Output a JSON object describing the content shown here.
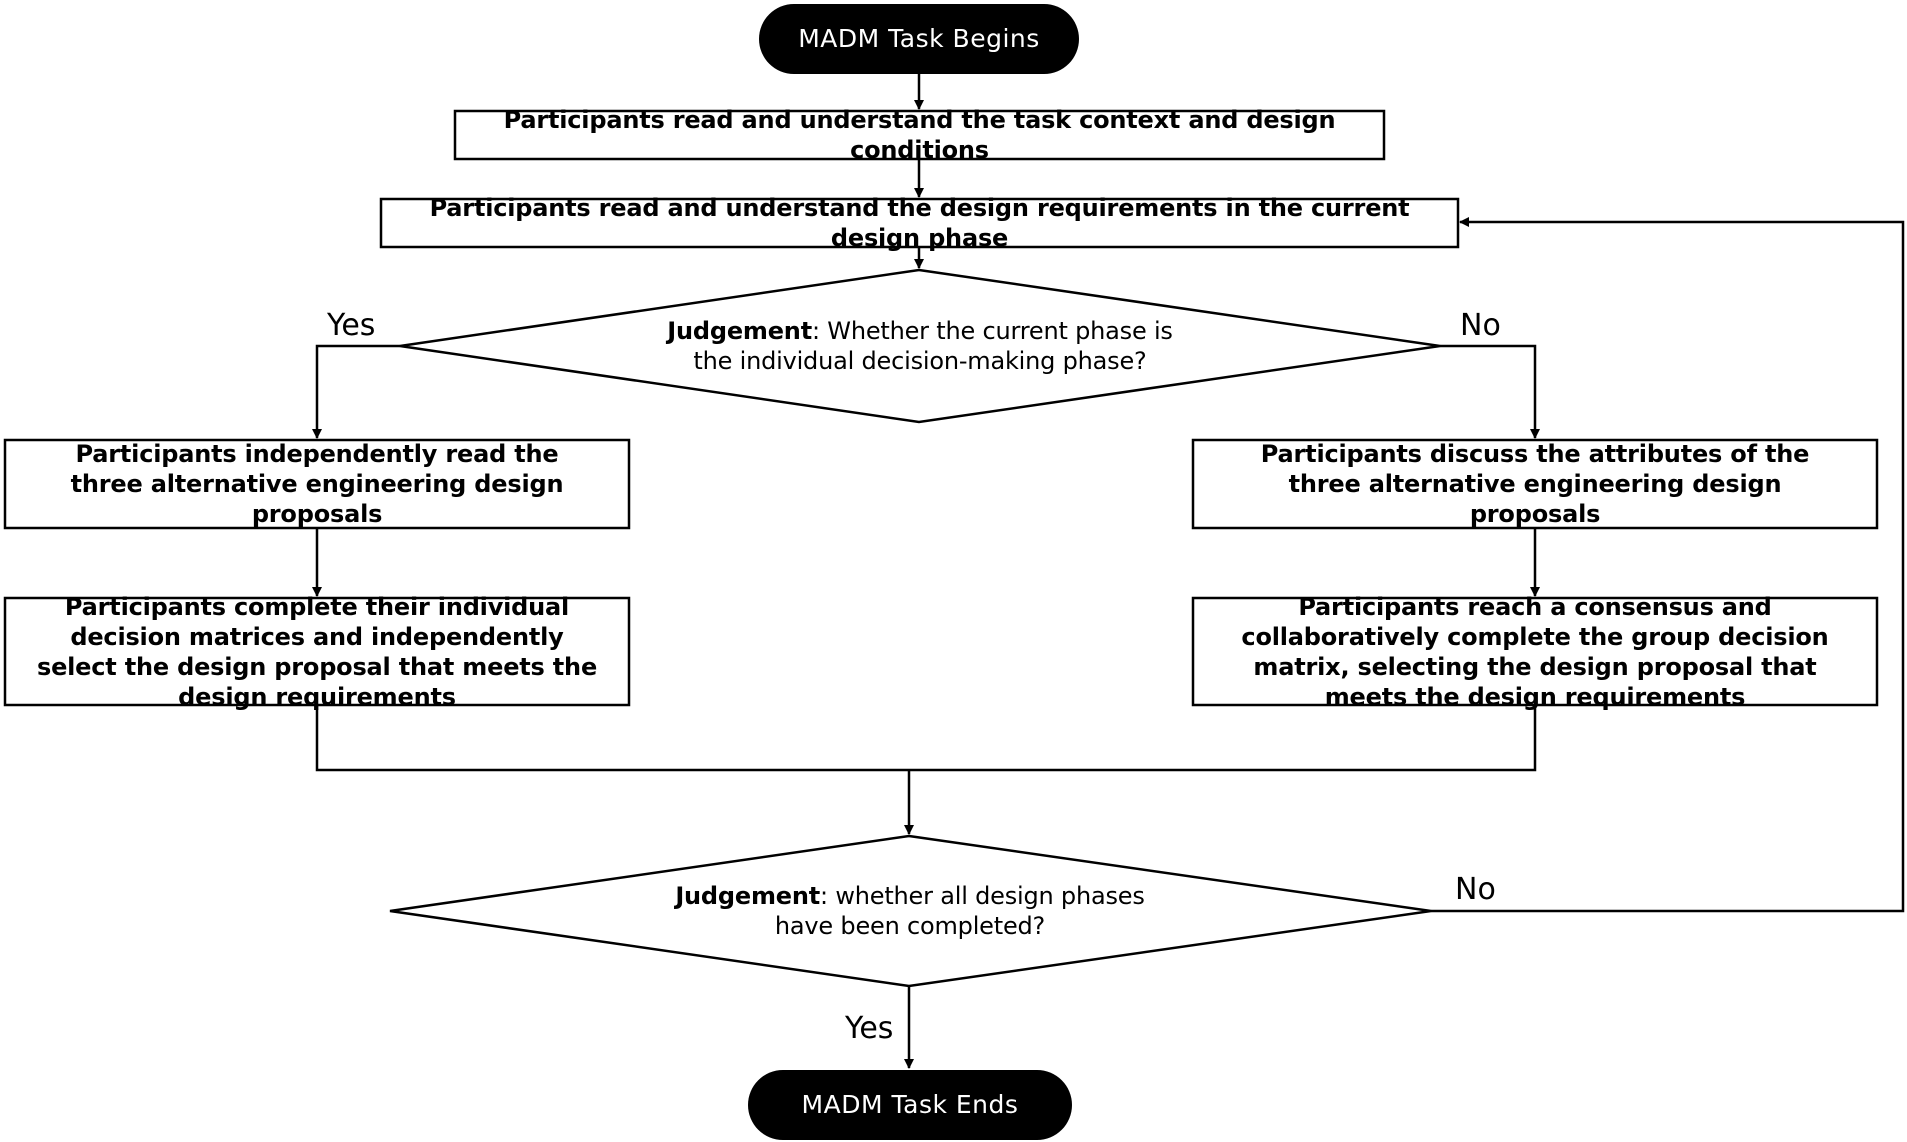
{
  "start": "MADM Task Begins",
  "step_context": "Participants read and understand the task context and design conditions",
  "step_requirements": "Participants read and understand the design requirements in the current design phase",
  "decision_phase": {
    "bold": "Judgement",
    "rest": ": Whether the current phase is the individual decision-making phase?"
  },
  "decision_phase_yes": "Yes",
  "decision_phase_no": "No",
  "individual_read": "Participants independently read the three alternative engineering design proposals",
  "individual_matrix": "Participants complete their individual decision matrices and independently select the design proposal that meets the design requirements",
  "group_discuss": "Participants discuss the attributes of the three alternative engineering design proposals",
  "group_matrix": "Participants reach a consensus and collaboratively complete the group decision matrix, selecting the design proposal that meets the design requirements",
  "decision_complete": {
    "bold": "Judgement",
    "rest": ": whether all design phases have been completed?"
  },
  "decision_complete_no": "No",
  "decision_complete_yes": "Yes",
  "end": "MADM Task Ends"
}
